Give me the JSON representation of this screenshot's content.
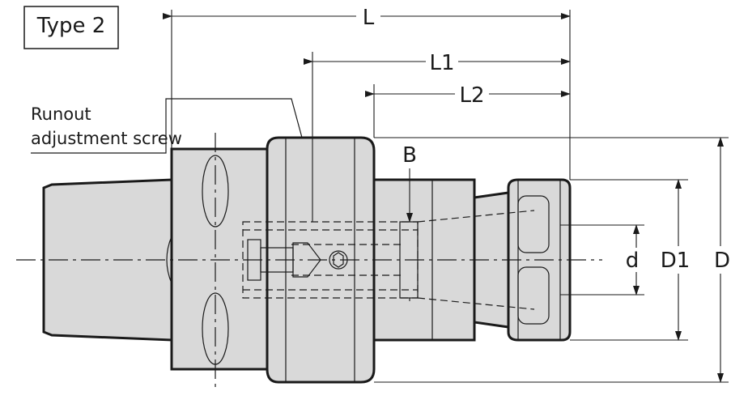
{
  "type_label": "Type 2",
  "callout": {
    "line1": "Runout",
    "line2": "adjustment screw"
  },
  "dimensions": {
    "L": "L",
    "L1": "L1",
    "L2": "L2",
    "B": "B",
    "d": "d",
    "D1": "D1",
    "D": "D"
  }
}
